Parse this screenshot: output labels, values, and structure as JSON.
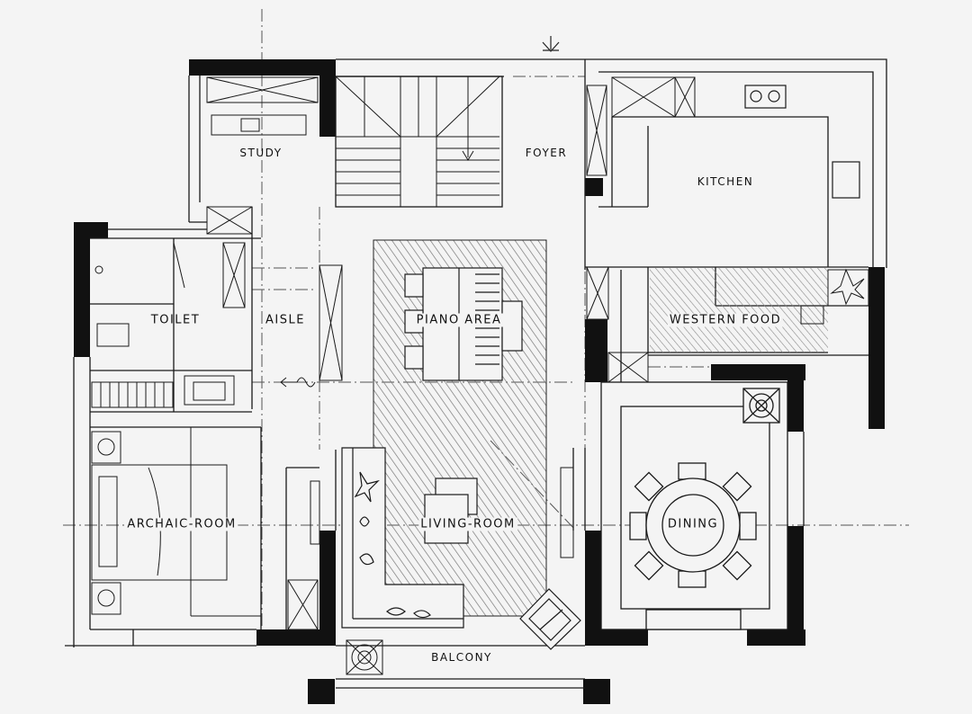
{
  "rooms": {
    "study": "STUDY",
    "foyer": "FOYER",
    "kitchen": "KITCHEN",
    "toilet": "TOILET",
    "aisle": "AISLE",
    "piano_area": "PIANO AREA",
    "western_food": "WESTERN FOOD",
    "archaic_room": "ARCHAIC-ROOM",
    "living_room": "LIVING-ROOM",
    "dining": "DINING",
    "balcony": "BALCONY"
  }
}
